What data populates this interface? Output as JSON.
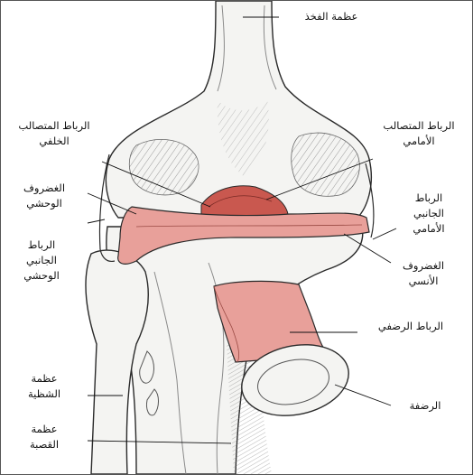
{
  "labels": {
    "femur": "عظمة الفخذ",
    "posterior_cruciate": [
      "الرباط المتصالب",
      "الخلفي"
    ],
    "anterior_cruciate": [
      "الرباط المتصالب",
      "الأمامي"
    ],
    "lateral_meniscus": [
      "الغضروف",
      "الوحشي"
    ],
    "medial_collateral": [
      "الرباط",
      "الجانبي",
      "الأمامي"
    ],
    "lateral_collateral": [
      "الرباط",
      "الجانبي",
      "الوحشي"
    ],
    "medial_meniscus": [
      "الغضروف",
      "الأنسي"
    ],
    "patellar_ligament": "الرباط الرضفي",
    "fibula": [
      "عظمة",
      "الشظية"
    ],
    "patella": "الرضفة",
    "tibia": [
      "عظمة",
      "القصبة"
    ]
  },
  "colors": {
    "ligament": "#e8a09a",
    "cruciate": "#c9584f",
    "bone_outline": "#2a2a2a",
    "shading": "#8a8a8a"
  }
}
